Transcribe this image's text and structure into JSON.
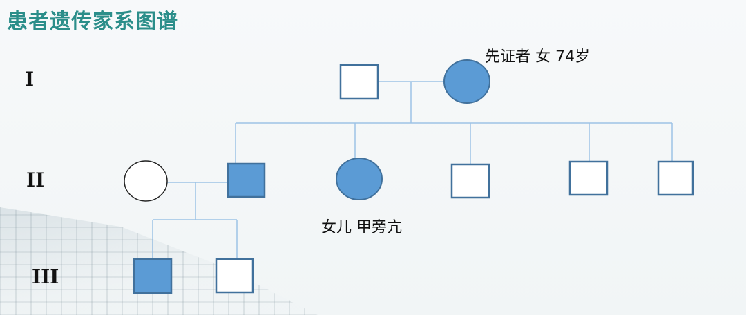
{
  "title": "患者遗传家系图谱",
  "generations": {
    "g1": "I",
    "g2": "II",
    "g3": "III"
  },
  "labels": {
    "proband": "先证者 女 74岁",
    "daughter": "女儿 甲旁亢"
  },
  "colors": {
    "title": "#2b8e8a",
    "affected_fill": "#5b9bd5",
    "symbol_stroke": "#41719c",
    "line": "#9dc3e6"
  }
}
